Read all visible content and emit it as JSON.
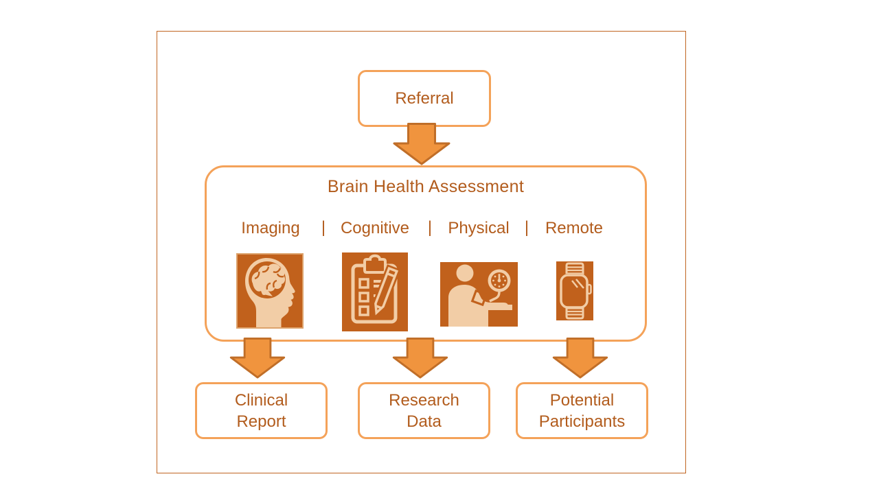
{
  "colors": {
    "frame_border": "#c06420",
    "border_light": "#f4a259",
    "arrow_fill": "#f0943e",
    "arrow_stroke": "#c06e28",
    "icon_bg": "#c1611c",
    "icon_fg": "#f2cda6",
    "text": "#b25c1d"
  },
  "referral": {
    "label": "Referral"
  },
  "assessment": {
    "title": "Brain Health Assessment",
    "separator": "|",
    "modalities": [
      {
        "label": "Imaging",
        "icon": "brain-head-icon"
      },
      {
        "label": "Cognitive",
        "icon": "clipboard-checklist-icon"
      },
      {
        "label": "Physical",
        "icon": "blood-pressure-icon"
      },
      {
        "label": "Remote",
        "icon": "smartwatch-icon"
      }
    ]
  },
  "outputs": [
    {
      "lines": [
        "Clinical",
        "Report"
      ]
    },
    {
      "lines": [
        "Research",
        "Data"
      ]
    },
    {
      "lines": [
        "Potential",
        "Participants"
      ]
    }
  ]
}
